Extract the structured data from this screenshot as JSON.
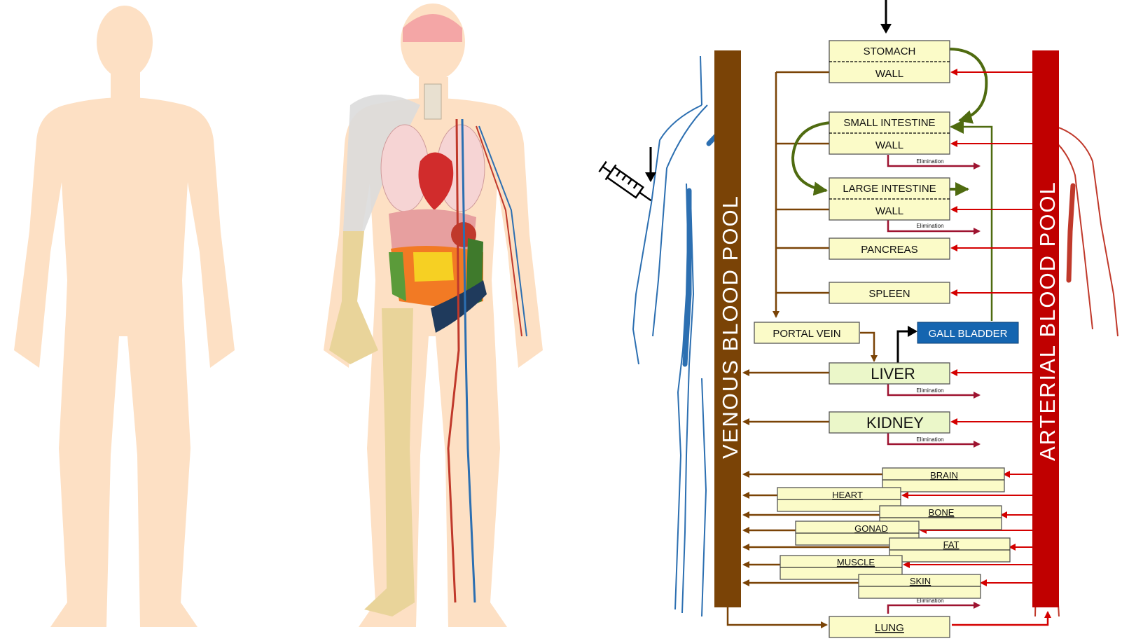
{
  "venous_pool_label": "VENOUS  BLOOD  POOL",
  "arterial_pool_label": "ARTERIAL  BLOOD  POOL",
  "stomach": "STOMACH",
  "stomach_wall": "WALL",
  "small_intestine": "SMALL INTESTINE",
  "small_intestine_wall": "WALL",
  "large_intestine": "LARGE INTESTINE",
  "large_intestine_wall": "WALL",
  "pancreas": "PANCREAS",
  "spleen": "SPLEEN",
  "portal_vein": "PORTAL VEIN",
  "gall_bladder": "GALL BLADDER",
  "liver": "LIVER",
  "kidney": "KIDNEY",
  "elimination": "Elimination",
  "lung": "LUNG",
  "tissues": {
    "brain": "BRAIN",
    "heart": "HEART",
    "bone": "BONE",
    "gonad": "GONAD",
    "fat": "FAT",
    "muscle": "MUSCLE",
    "skin": "SKIN"
  },
  "colors": {
    "venous": "#7a4306",
    "arterial": "#c00000",
    "biliary": "#4f6b10",
    "gall_bladder": "#1565b0",
    "body": "#fde0c4"
  }
}
